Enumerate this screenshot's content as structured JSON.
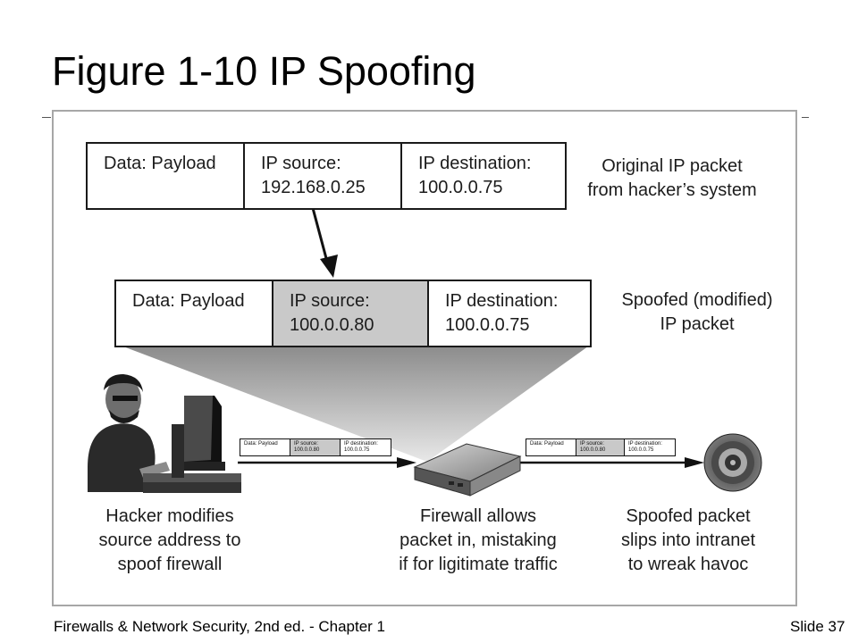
{
  "slide": {
    "title": "Figure 1-10 IP Spoofing",
    "footer_left": "Firewalls & Network Security, 2nd ed. - Chapter 1",
    "footer_right": "Slide 37"
  },
  "original_packet": {
    "cells": [
      {
        "text": "Data: Payload"
      },
      {
        "text": "IP source:\n192.168.0.25"
      },
      {
        "text": "IP destination:\n100.0.0.75"
      }
    ],
    "label": "Original IP packet\nfrom hacker’s system"
  },
  "spoofed_packet": {
    "cells": [
      {
        "text": "Data: Payload"
      },
      {
        "text": "IP source:\n100.0.0.80"
      },
      {
        "text": "IP destination:\n100.0.0.75"
      }
    ],
    "label": "Spoofed (modified)\nIP packet"
  },
  "mini_packet": {
    "cells": [
      {
        "text": "Data: Payload"
      },
      {
        "text": "IP source:\n100.0.0.80"
      },
      {
        "text": "IP destination:\n100.0.0.75"
      }
    ]
  },
  "captions": {
    "hacker": "Hacker modifies\nsource address to\nspoof firewall",
    "firewall": "Firewall allows\npacket in, mistaking\nif for ligitimate traffic",
    "target": "Spoofed packet\nslips into intranet\nto wreak havoc"
  },
  "colors": {
    "shaded_cell": "#c9c9c9",
    "frame_border": "#a7a7a7"
  }
}
